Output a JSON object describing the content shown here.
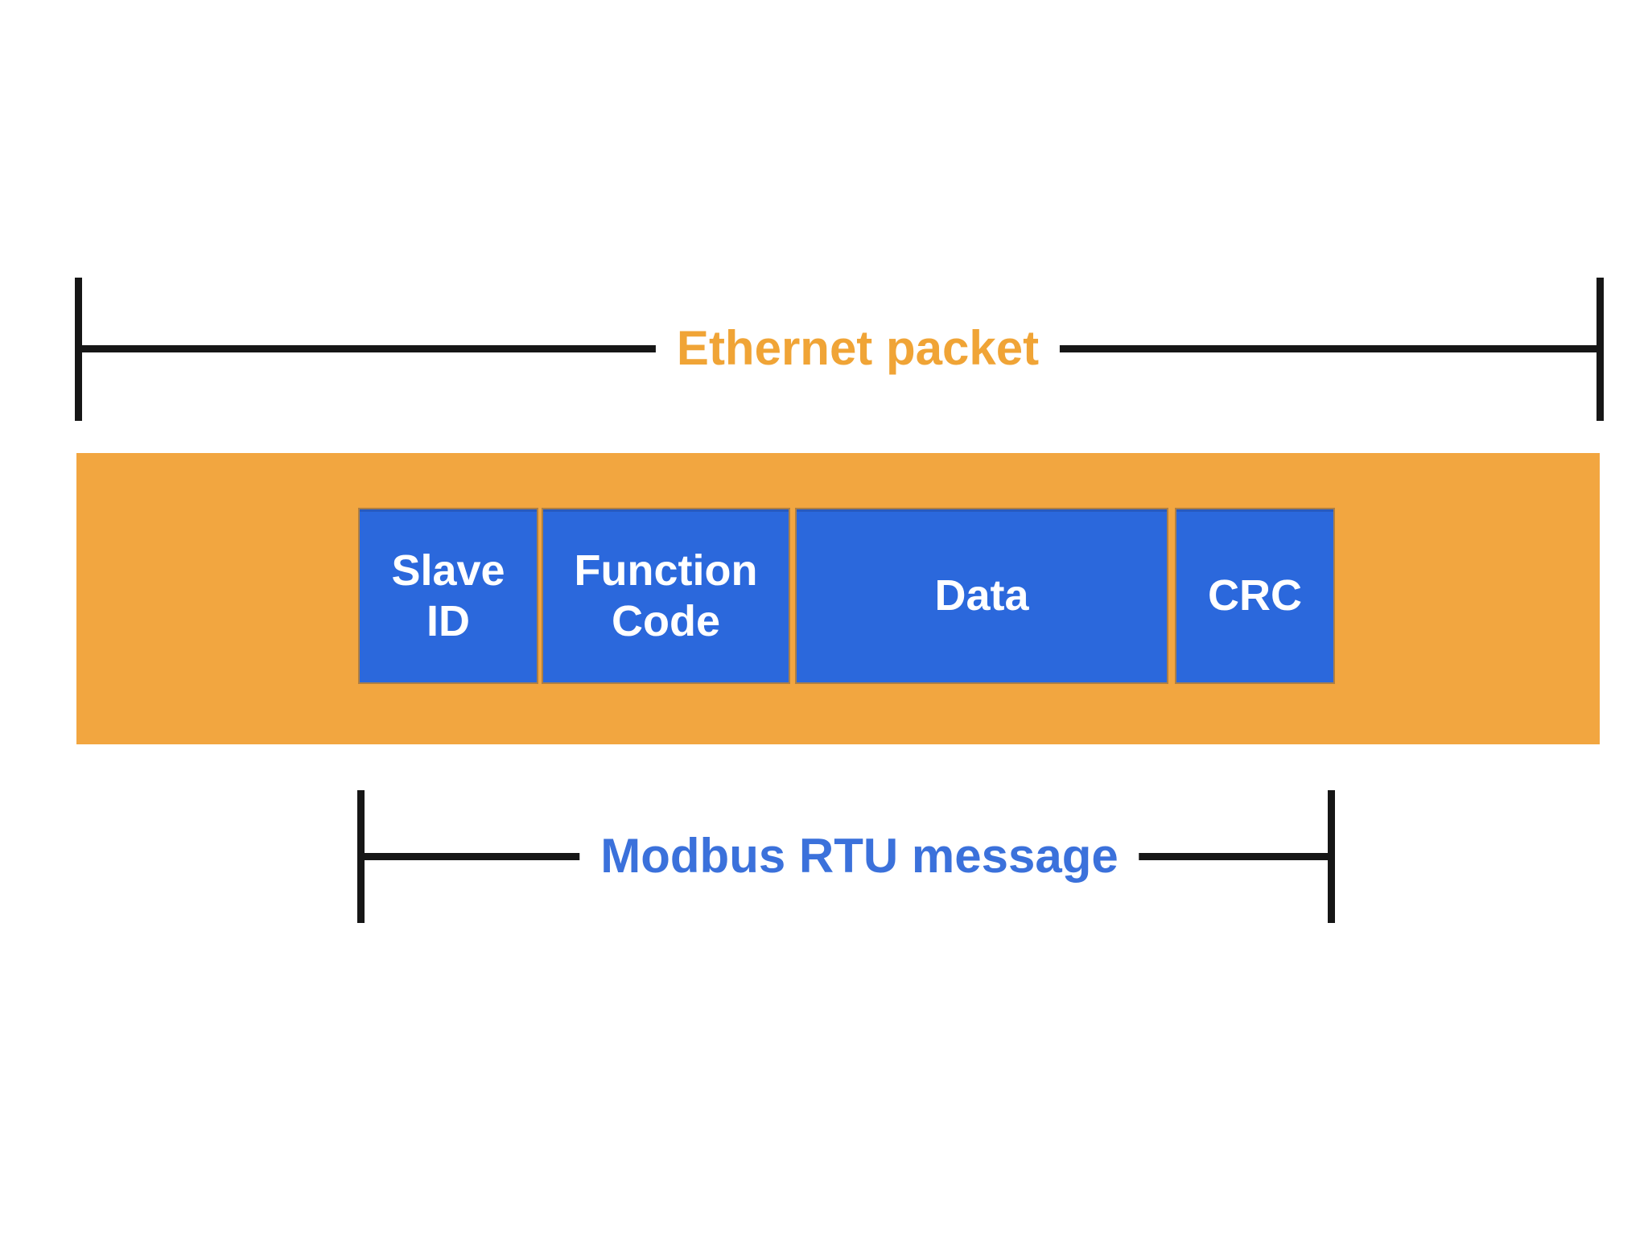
{
  "diagram": {
    "top_bracket": {
      "label": "Ethernet packet"
    },
    "packet": {
      "fields": [
        {
          "id": "slave-id",
          "lines": [
            "Slave",
            "ID"
          ]
        },
        {
          "id": "function-code",
          "lines": [
            "Function",
            "Code"
          ]
        },
        {
          "id": "data",
          "lines": [
            "Data"
          ]
        },
        {
          "id": "crc",
          "lines": [
            "CRC"
          ]
        }
      ]
    },
    "bottom_bracket": {
      "label": "Modbus RTU message"
    },
    "colors": {
      "background": "#FFFFFF",
      "packet_fill": "#F2A640",
      "field_fill": "#2B68DC",
      "field_text": "#FFFFFF",
      "top_label": "#F0A436",
      "bottom_label": "#3B71DB",
      "line": "#161616"
    }
  }
}
